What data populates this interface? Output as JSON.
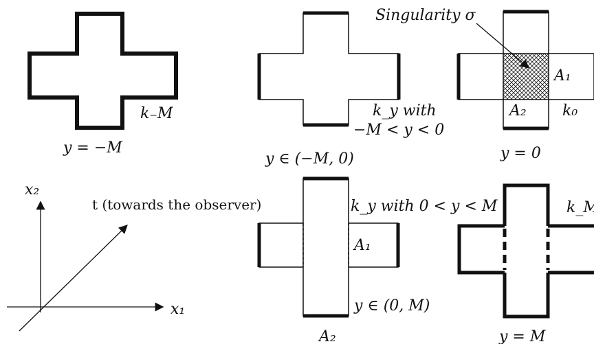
{
  "panels": {
    "p1": {
      "curve_label": "k₋M",
      "caption": "y = −M"
    },
    "p2": {
      "curve_label_a": "k_y with",
      "curve_label_b": "−M < y < 0",
      "caption": "y ∈ (−M, 0)"
    },
    "p3": {
      "singularity_label": "Singularity σ",
      "region_a1": "A₁",
      "region_a2": "A₂",
      "curve_label": "k₀",
      "caption": "y = 0"
    },
    "p4": {
      "axis_x1": "x₁",
      "axis_x2": "x₂",
      "axis_t": "t (towards the observer)"
    },
    "p5": {
      "curve_label": "k_y with 0 < y < M",
      "region_a1": "A₁",
      "region_a2": "A₂",
      "caption": "y ∈ (0, M)"
    },
    "p6": {
      "curve_label": "k_M",
      "caption": "y = M"
    }
  },
  "colors": {
    "ink": "#111111",
    "hatch": "#222222"
  }
}
